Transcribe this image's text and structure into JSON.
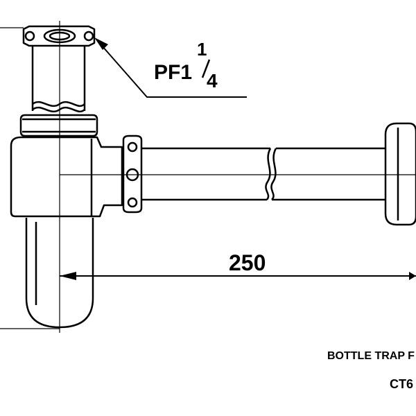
{
  "drawing": {
    "thread_label": {
      "prefix": "PF1",
      "fraction_numerator": "1",
      "fraction_denominator": "4"
    },
    "dimension_label": "250",
    "title": "BOTTLE TRAP F",
    "model_code": "CT6"
  }
}
